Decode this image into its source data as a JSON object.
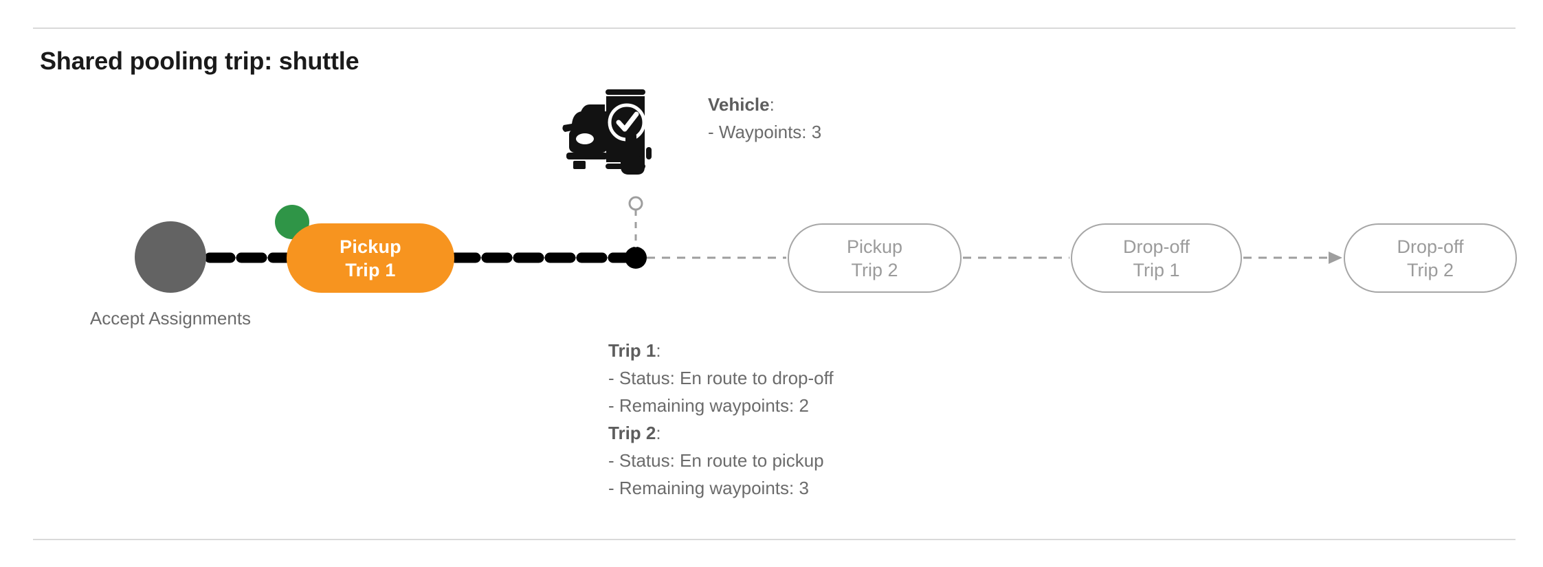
{
  "page": {
    "title": "Shared pooling trip: shuttle"
  },
  "diagram": {
    "start_node": {
      "icon": "check-circle-icon",
      "label_line_1": "Accept",
      "label_line_2": "Assignments",
      "color": "#636363"
    },
    "completed_badge": {
      "icon": "check-badge-icon",
      "color": "#2f9547"
    },
    "vehicle_marker": {
      "icon": "vehicle-position-dot",
      "color": "#000000"
    },
    "nodes": [
      {
        "id": "pickup-trip-1",
        "line1": "Pickup",
        "line2": "Trip 1",
        "state": "active",
        "color": "#f7941f",
        "text_color": "#ffffff"
      },
      {
        "id": "pickup-trip-2",
        "line1": "Pickup",
        "line2": "Trip 2",
        "state": "pending",
        "color": "#ffffff",
        "text_color": "#9b9b9b"
      },
      {
        "id": "dropoff-trip-1",
        "line1": "Drop-off",
        "line2": "Trip 1",
        "state": "pending",
        "color": "#ffffff",
        "text_color": "#9b9b9b"
      },
      {
        "id": "dropoff-trip-2",
        "line1": "Drop-off",
        "line2": "Trip 2",
        "state": "pending",
        "color": "#ffffff",
        "text_color": "#9b9b9b"
      }
    ]
  },
  "annotations": {
    "vehicle": {
      "heading": "Vehicle",
      "heading_suffix": ":",
      "rows": [
        "- Waypoints: 3"
      ],
      "icon": "vehicle-phone-check-icon"
    },
    "trips": [
      {
        "heading": "Trip 1",
        "heading_suffix": ":",
        "rows": [
          "- Status:  En route to drop-off",
          "- Remaining waypoints: 2"
        ]
      },
      {
        "heading": "Trip 2",
        "heading_suffix": ":",
        "rows": [
          "- Status:  En route to pickup",
          "- Remaining waypoints: 3"
        ]
      }
    ]
  },
  "colors": {
    "active": "#f7941f",
    "done": "#2f9547",
    "pending_border": "#a6a6a6",
    "pending_text": "#9b9b9b",
    "start": "#636363",
    "divider": "#d9d9d9",
    "annotation_text": "#6b6b6b"
  }
}
